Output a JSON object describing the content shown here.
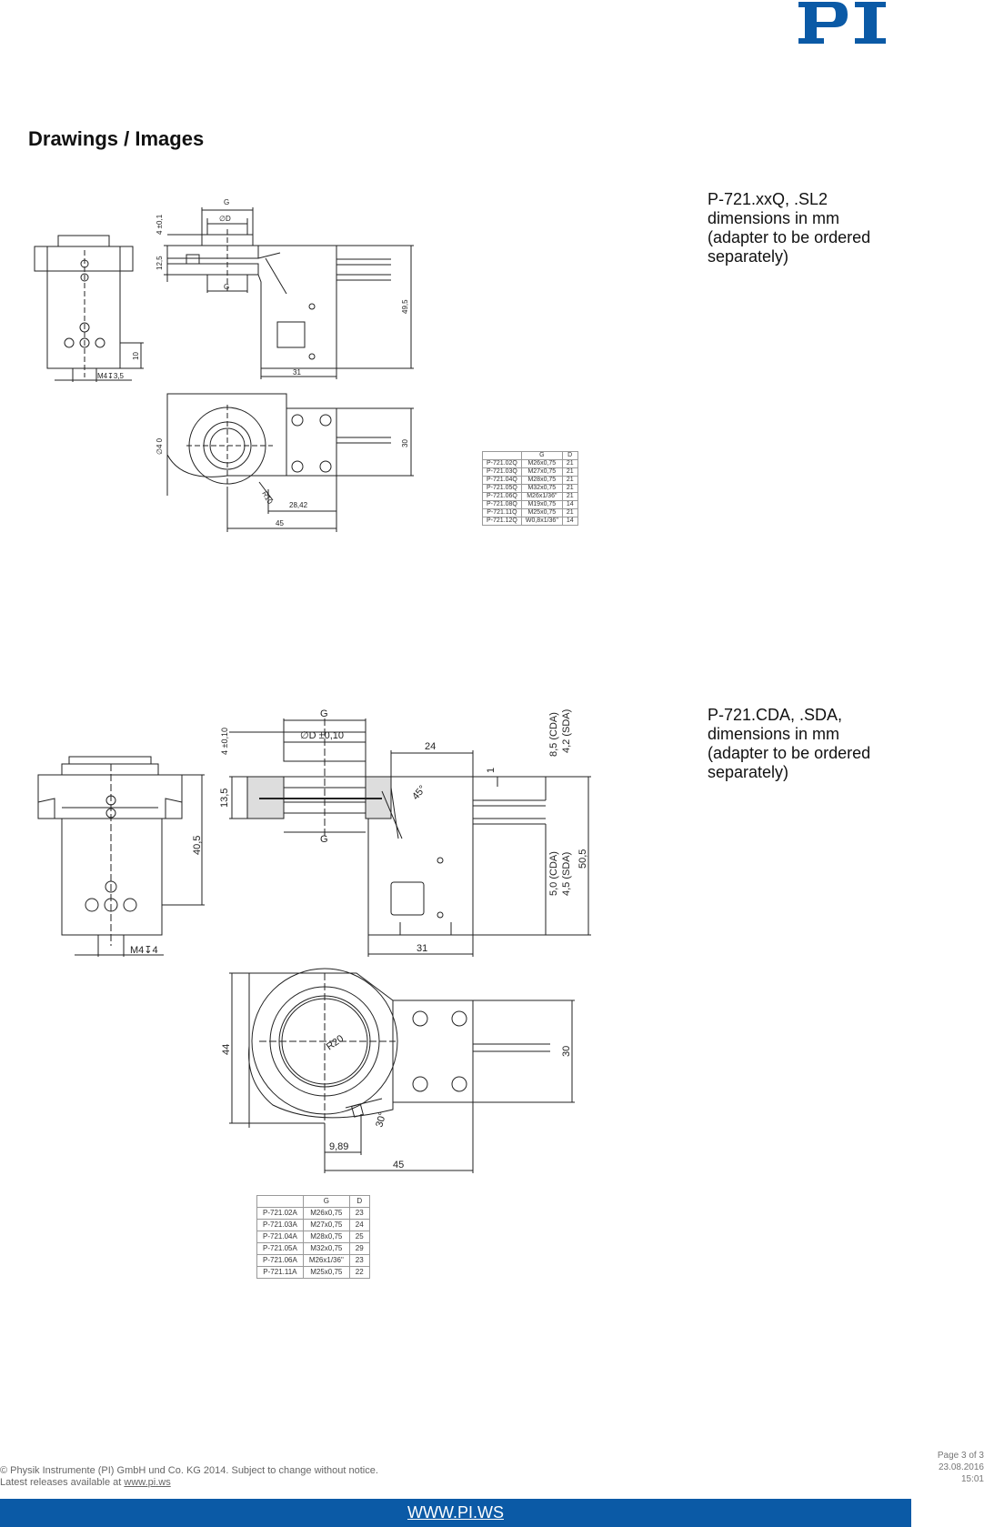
{
  "header": {
    "logo_text": "PI",
    "brand_color": "#0b5aa6"
  },
  "section_title": "Drawings / Images",
  "drawing1": {
    "caption": "P-721.xxQ, .SL2\ndimensions in mm\n(adapter to be ordered\nseparately)",
    "labels": {
      "g_top": "G",
      "d": "∅D",
      "g_bottom": "G",
      "tol": "4 ±0,1",
      "h1": "12,5",
      "h2": "49,5",
      "w1": "31",
      "h3": "10",
      "m4": "M4↧3,5",
      "dia": "∅4 0",
      "r": "R10",
      "w2": "28,42",
      "w3": "45",
      "h4": "30"
    },
    "table": {
      "headers": [
        "",
        "G",
        "D"
      ],
      "rows": [
        [
          "P-721.02Q",
          "M26x0,75",
          "21"
        ],
        [
          "P-721.03Q",
          "M27x0,75",
          "21"
        ],
        [
          "P-721.04Q",
          "M28x0,75",
          "21"
        ],
        [
          "P-721.05Q",
          "M32x0,75",
          "21"
        ],
        [
          "P-721.06Q",
          "M26x1/36\"",
          "21"
        ],
        [
          "P-721.08Q",
          "M19x0,75",
          "14"
        ],
        [
          "P-721.11Q",
          "M25x0,75",
          "21"
        ],
        [
          "P-721.12Q",
          "W0,8x1/36\"",
          "14"
        ]
      ]
    }
  },
  "drawing2": {
    "caption": "P-721.CDA, .SDA,\ndimensions in mm\n(adapter to be ordered\nseparately)",
    "labels": {
      "g_top": "G",
      "d": "∅D ±0,10",
      "tol": "4 ±0,10",
      "w24": "24",
      "one": "1",
      "cda1": "8,5 (CDA)",
      "sda1": "4,2 (SDA)",
      "h135": "13,5",
      "angle45": "45°",
      "g_bottom": "G",
      "h405": "40,5",
      "cda2": "5,0 (CDA)",
      "sda2": "4,5 (SDA)",
      "h505": "50,5",
      "m4": "M4↧4",
      "w31": "31",
      "h44": "44",
      "r20": "R20",
      "h30": "30",
      "angle30": "30°",
      "w989": "9,89",
      "w45": "45"
    },
    "table": {
      "headers": [
        "",
        "G",
        "D"
      ],
      "rows": [
        [
          "P-721.02A",
          "M26x0,75",
          "23"
        ],
        [
          "P-721.03A",
          "M27x0,75",
          "24"
        ],
        [
          "P-721.04A",
          "M28x0,75",
          "25"
        ],
        [
          "P-721.05A",
          "M32x0,75",
          "29"
        ],
        [
          "P-721.06A",
          "M26x1/36\"",
          "23"
        ],
        [
          "P-721.11A",
          "M25x0,75",
          "22"
        ]
      ]
    }
  },
  "footer": {
    "copyright": "© Physik Instrumente (PI) GmbH und Co. KG 2014. Subject to change without notice.",
    "releases_prefix": "Latest releases available at ",
    "releases_link": "www.pi.ws",
    "page": "Page 3 of 3",
    "date": "23.08.2016",
    "time": "15:01",
    "bar_link": "WWW.PI.WS"
  }
}
